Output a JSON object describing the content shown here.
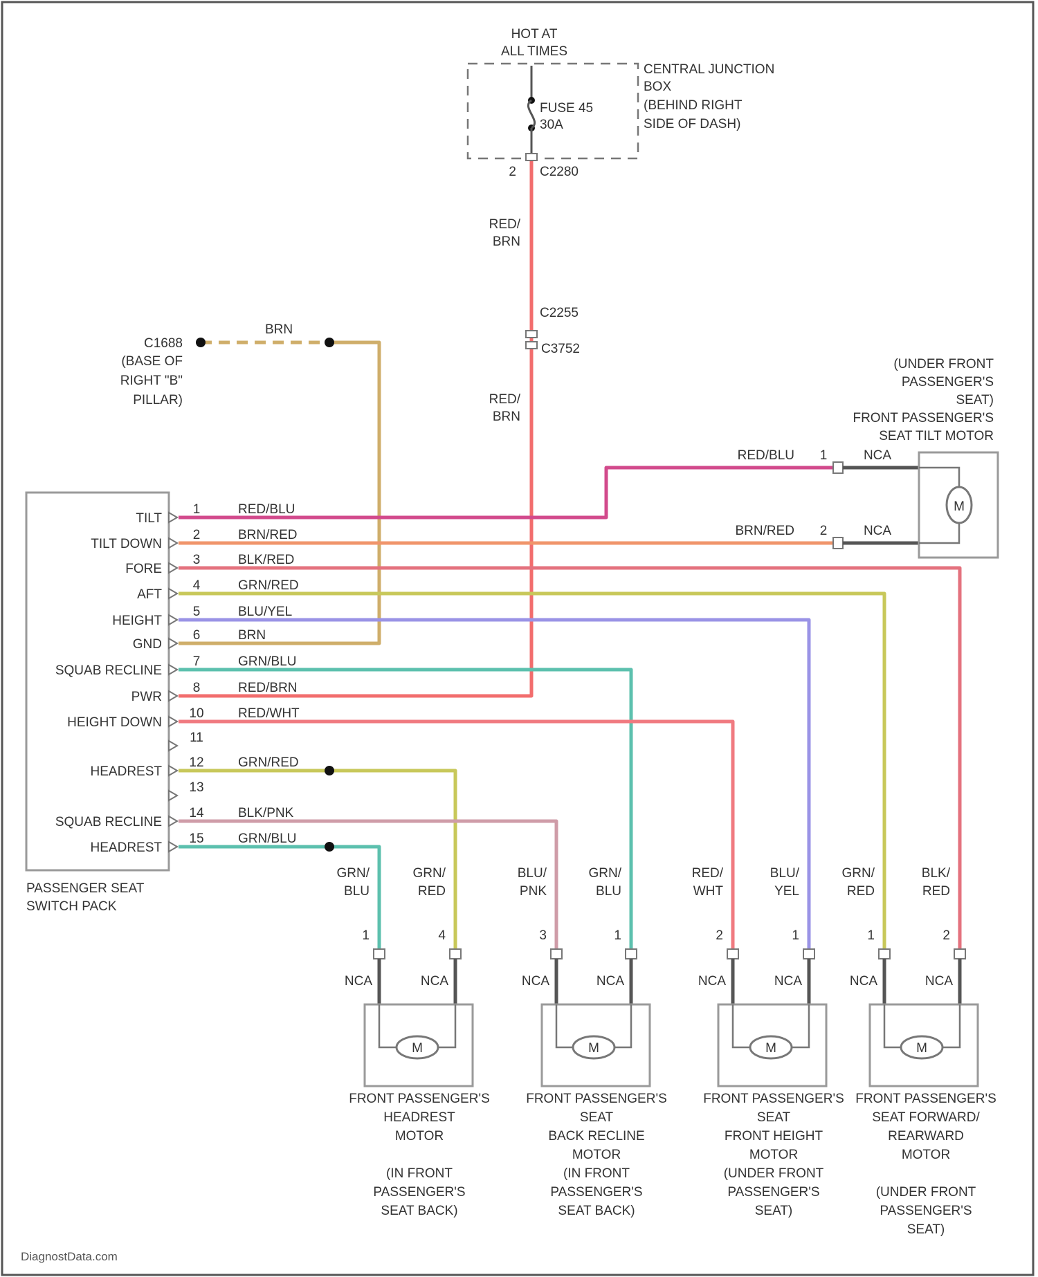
{
  "colors": {
    "red": "#f26d6d",
    "red_blu": "#d24a8c",
    "brn_red": "#f0956b",
    "blk_red": "#e4727e",
    "grn_red": "#c8c85a",
    "blu_yel": "#9a93e6",
    "brn": "#cfae6a",
    "grn_blu": "#5cc0ae",
    "red_wht": "#f07a80",
    "blk_pnk": "#cf9ca8"
  },
  "power": {
    "hot_line1": "HOT AT",
    "hot_line2": "ALL TIMES",
    "fuse_line1": "FUSE 45",
    "fuse_line2": "30A",
    "cjb_lines": [
      "CENTRAL JUNCTION",
      "BOX",
      "(BEHIND RIGHT",
      "SIDE OF DASH)"
    ],
    "pin_label": "2",
    "connector": "C2280",
    "wire1_line1": "RED/",
    "wire1_line2": "BRN",
    "c_upper": "C2255",
    "c_lower": "C3752",
    "wire2_line1": "RED/",
    "wire2_line2": "BRN"
  },
  "ground": {
    "connector": "C1688",
    "location_lines": [
      "(BASE OF",
      "RIGHT \"B\"",
      "PILLAR)"
    ],
    "wire": "BRN"
  },
  "switch_pack": {
    "name_line1": "PASSENGER SEAT",
    "name_line2": "SWITCH PACK",
    "pins": [
      {
        "func": "TILT",
        "pin": "1",
        "wire": "RED/BLU"
      },
      {
        "func": "TILT DOWN",
        "pin": "2",
        "wire": "BRN/RED"
      },
      {
        "func": "FORE",
        "pin": "3",
        "wire": "BLK/RED"
      },
      {
        "func": "AFT",
        "pin": "4",
        "wire": "GRN/RED"
      },
      {
        "func": "HEIGHT",
        "pin": "5",
        "wire": "BLU/YEL"
      },
      {
        "func": "GND",
        "pin": "6",
        "wire": "BRN"
      },
      {
        "func": "SQUAB RECLINE",
        "pin": "7",
        "wire": "GRN/BLU"
      },
      {
        "func": "PWR",
        "pin": "8",
        "wire": "RED/BRN"
      },
      {
        "func": "HEIGHT DOWN",
        "pin": "10",
        "wire": "RED/WHT"
      },
      {
        "func": "",
        "pin": "11",
        "wire": ""
      },
      {
        "func": "HEADREST",
        "pin": "12",
        "wire": "GRN/RED"
      },
      {
        "func": "",
        "pin": "13",
        "wire": ""
      },
      {
        "func": "SQUAB RECLINE",
        "pin": "14",
        "wire": "BLK/PNK"
      },
      {
        "func": "HEADREST",
        "pin": "15",
        "wire": "GRN/BLU"
      }
    ]
  },
  "tilt_motor": {
    "location_lines": [
      "(UNDER FRONT",
      "PASSENGER'S",
      "SEAT)"
    ],
    "name_lines": [
      "FRONT PASSENGER'S",
      "SEAT TILT MOTOR"
    ],
    "wire1": "RED/BLU",
    "pin1": "1",
    "nca1": "NCA",
    "wire2": "BRN/RED",
    "pin2": "2",
    "nca2": "NCA",
    "motor_symbol": "M"
  },
  "bottom_motors": [
    {
      "left_wire": [
        "GRN/",
        "BLU"
      ],
      "left_pin": "1",
      "right_wire": [
        "GRN/",
        "RED"
      ],
      "right_pin": "4",
      "nca_left": "NCA",
      "nca_right": "NCA",
      "symbol": "M",
      "label_lines": [
        "FRONT PASSENGER'S",
        "HEADREST",
        "MOTOR",
        "",
        "(IN FRONT",
        "PASSENGER'S",
        "SEAT BACK)"
      ]
    },
    {
      "left_wire": [
        "BLU/",
        "PNK"
      ],
      "left_pin": "3",
      "right_wire": [
        "GRN/",
        "BLU"
      ],
      "right_pin": "1",
      "nca_left": "NCA",
      "nca_right": "NCA",
      "symbol": "M",
      "label_lines": [
        "FRONT PASSENGER'S",
        "SEAT",
        "BACK RECLINE",
        "MOTOR",
        "(IN FRONT",
        "PASSENGER'S",
        "SEAT BACK)"
      ]
    },
    {
      "left_wire": [
        "RED/",
        "WHT"
      ],
      "left_pin": "2",
      "right_wire": [
        "BLU/",
        "YEL"
      ],
      "right_pin": "1",
      "nca_left": "NCA",
      "nca_right": "NCA",
      "symbol": "M",
      "label_lines": [
        "FRONT PASSENGER'S",
        "SEAT",
        "FRONT HEIGHT",
        "MOTOR",
        "(UNDER FRONT",
        "PASSENGER'S",
        "SEAT)"
      ]
    },
    {
      "left_wire": [
        "GRN/",
        "RED"
      ],
      "left_pin": "1",
      "right_wire": [
        "BLK/",
        "RED"
      ],
      "right_pin": "2",
      "nca_left": "NCA",
      "nca_right": "NCA",
      "symbol": "M",
      "label_lines": [
        "FRONT PASSENGER'S",
        "SEAT FORWARD/",
        "REARWARD",
        "MOTOR",
        "",
        "(UNDER FRONT",
        "PASSENGER'S",
        "SEAT)"
      ]
    }
  ],
  "watermark": "DiagnostData.com"
}
